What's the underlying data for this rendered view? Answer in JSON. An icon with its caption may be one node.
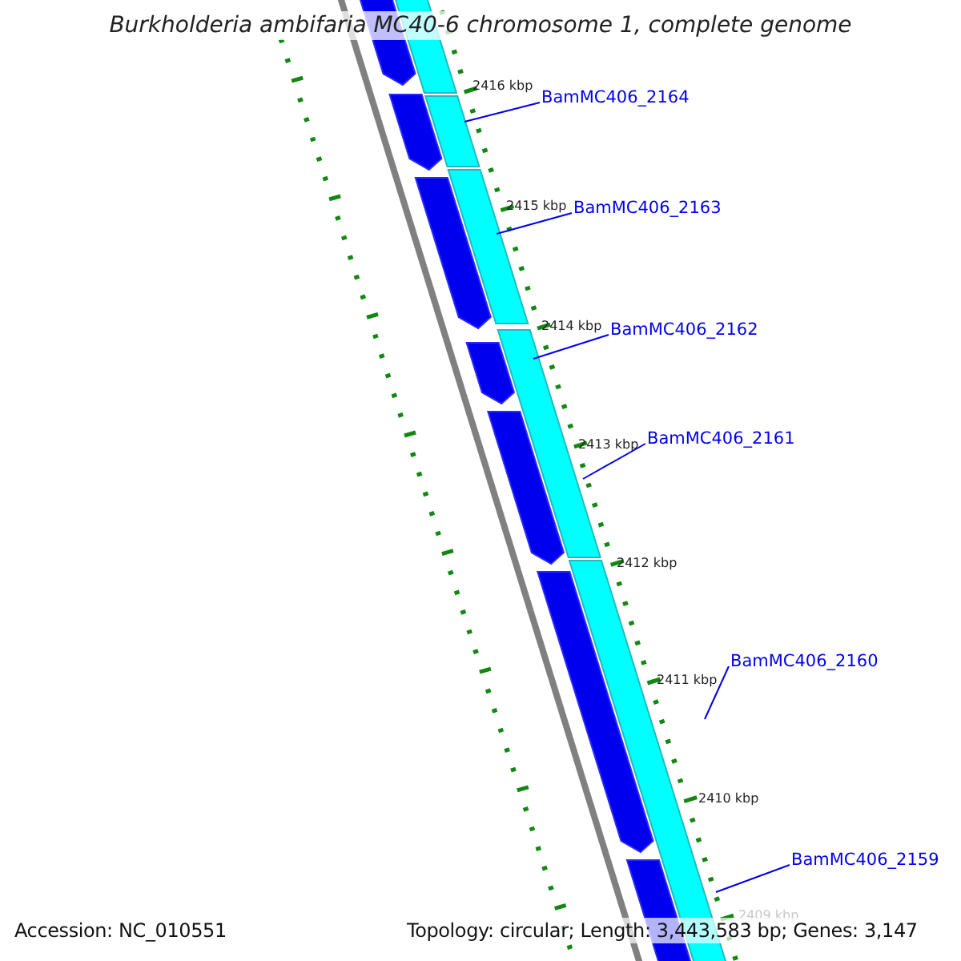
{
  "diagram": {
    "title": "Burkholderia ambifaria MC40-6 chromosome 1, complete genome",
    "nodes": [
      {
        "text": [
          "BamMC406_2164"
        ]
      },
      {
        "text": [
          "BamMC406_2163"
        ]
      },
      {
        "text": [
          "BamMC406_2162"
        ]
      },
      {
        "text": [
          "BamMC406_2161"
        ]
      },
      {
        "text": [
          "BamMC406_2160"
        ]
      },
      {
        "text": [
          "BamMC406_2159"
        ]
      }
    ],
    "edges": [
      {
        "from": 0,
        "to": null,
        "arrow": "none"
      },
      {
        "from": 1,
        "to": null,
        "arrow": "none"
      },
      {
        "from": 2,
        "to": null,
        "arrow": "none"
      },
      {
        "from": 3,
        "to": null,
        "arrow": "none"
      },
      {
        "from": 4,
        "to": null,
        "arrow": "none"
      },
      {
        "from": 5,
        "to": null,
        "arrow": "none"
      }
    ],
    "labels": [
      "2416 kbp",
      "2415 kbp",
      "2414 kbp",
      "2413 kbp",
      "2412 kbp",
      "2411 kbp",
      "2410 kbp",
      "2409 kbp",
      "Accession: NC_010551",
      "Topology: circular; Length: 3,443,583 bp; Genes: 3,147"
    ]
  }
}
